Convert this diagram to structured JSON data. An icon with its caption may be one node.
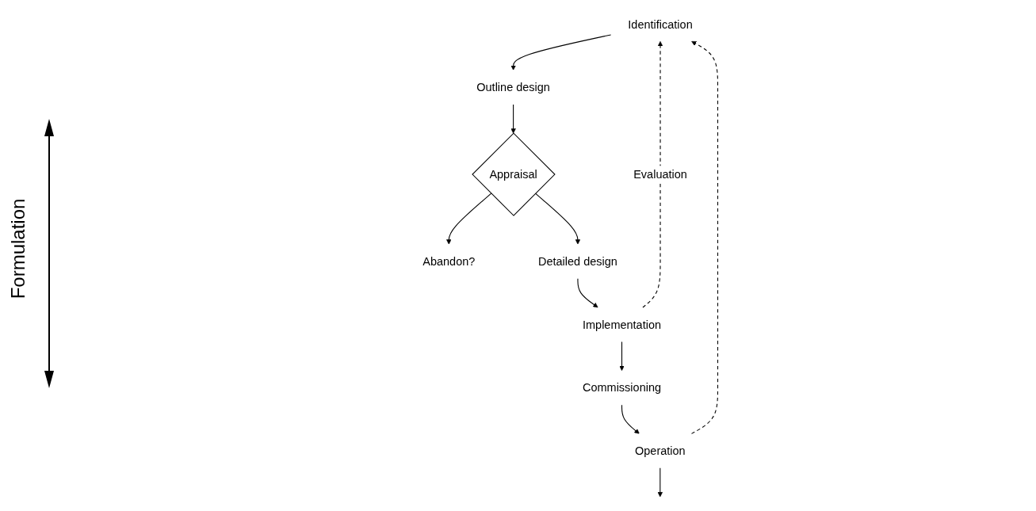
{
  "diagram": {
    "nodes": [
      {
        "text": [
          "Identification"
        ]
      },
      {
        "text": [
          "Outline design"
        ]
      },
      {
        "text": [
          "Appraisal"
        ]
      },
      {
        "text": [
          "Abandon?"
        ]
      },
      {
        "text": [
          "Detailed design"
        ]
      },
      {
        "text": [
          "Implementation"
        ]
      },
      {
        "text": [
          "Commissioning"
        ]
      },
      {
        "text": [
          "Operation"
        ]
      }
    ],
    "edges": [
      {
        "from": 0,
        "to": 1,
        "arrow": "to"
      },
      {
        "from": 1,
        "to": 2,
        "arrow": "to"
      },
      {
        "from": 2,
        "to": 3,
        "arrow": "to"
      },
      {
        "from": 2,
        "to": 4,
        "arrow": "to"
      },
      {
        "from": 4,
        "to": 5,
        "arrow": "to"
      },
      {
        "from": 5,
        "to": 6,
        "arrow": "to"
      },
      {
        "from": 6,
        "to": 7,
        "arrow": "to"
      },
      {
        "from": 7,
        "to": null,
        "arrow": "to"
      },
      {
        "from": 5,
        "to": 0,
        "arrow": "to",
        "style": "dashed",
        "label": "Evaluation"
      },
      {
        "from": 7,
        "to": 0,
        "arrow": "to",
        "style": "dashed"
      }
    ],
    "labels": [
      "Formulation"
    ]
  }
}
